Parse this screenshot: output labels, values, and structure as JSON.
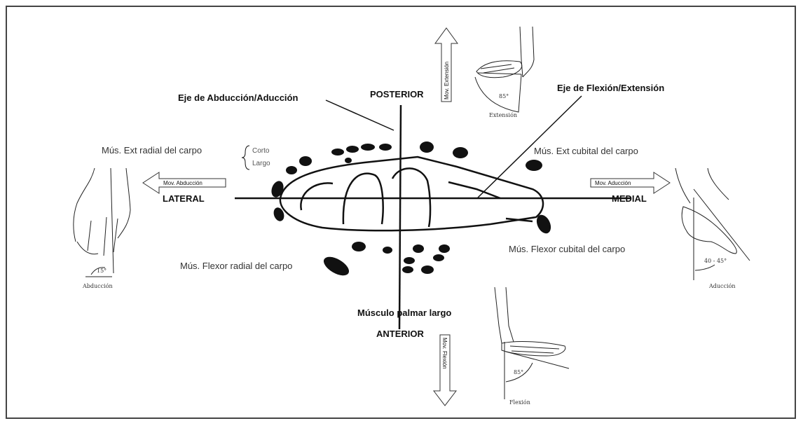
{
  "directions": {
    "posterior": "POSTERIOR",
    "anterior": "ANTERIOR",
    "lateral": "LATERAL",
    "medial": "MEDIAL"
  },
  "axes": {
    "abduction_axis": "Eje de Abducción/Aducción",
    "flexion_axis": "Eje de Flexión/Extensión"
  },
  "muscles": {
    "ext_radial": "Mús. Ext radial del carpo",
    "ext_radial_corto": "Corto",
    "ext_radial_largo": "Largo",
    "ext_cubital": "Mús. Ext cubital del carpo",
    "flexor_radial": "Mús. Flexor radial del carpo",
    "flexor_cubital": "Mús. Flexor cubital del carpo",
    "palmar_largo": "Músculo palmar largo"
  },
  "movements": {
    "extension": "Mov. Extensión",
    "flexion": "Mov. Flexión",
    "abduccion": "Mov. Abducción",
    "aduccion": "Mov. Aducción"
  },
  "figures": {
    "extension_angle": "85°",
    "extension_caption": "Extensión",
    "flexion_angle": "85°",
    "flexion_caption": "Flexión",
    "abduction_angle": "15°",
    "abduction_caption": "Abducción",
    "adduction_angle": "40 - 45°",
    "adduction_caption": "Aducción"
  }
}
